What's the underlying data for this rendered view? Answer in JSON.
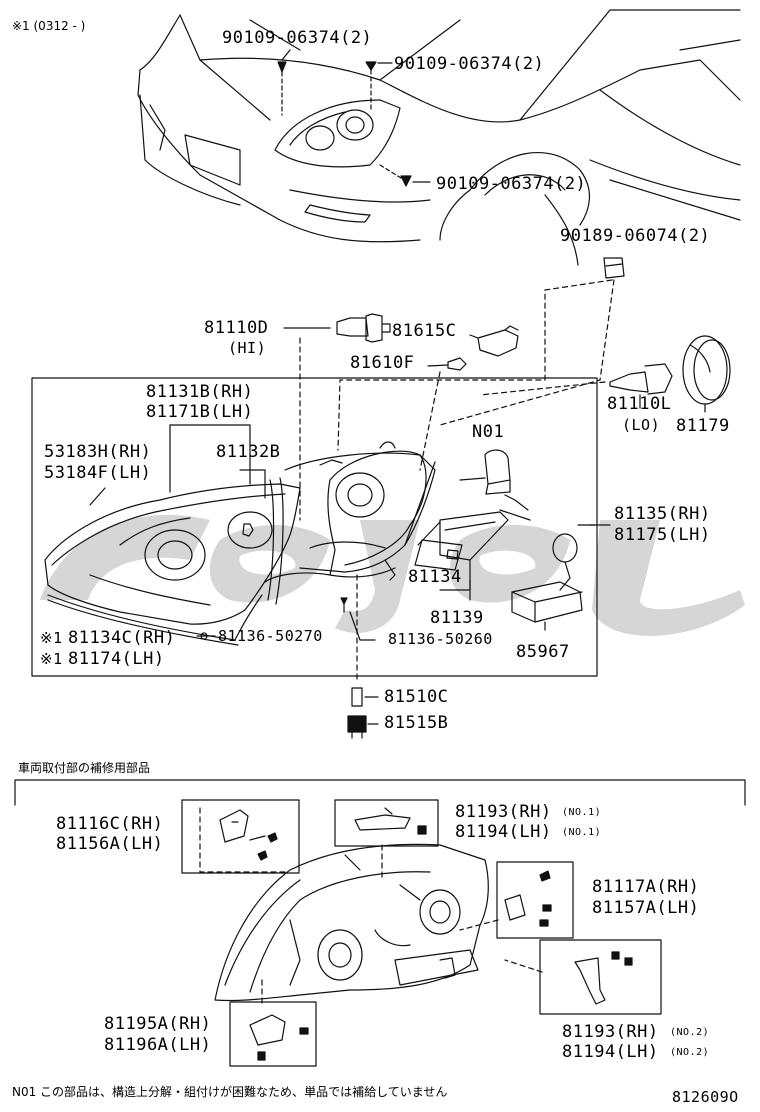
{
  "colors": {
    "line": "#111111",
    "watermark": "#c8c8c8",
    "background": "#ffffff"
  },
  "header": {
    "note_mark": "※1 (0312 -   )"
  },
  "top_labels": {
    "p1": "90109-06374(2)",
    "p2": "90109-06374(2)",
    "p3": "90109-06374(2)",
    "p4": "90189-06074(2)"
  },
  "bulb_labels": {
    "hi_part": "81110D",
    "hi_note": "(HI)",
    "socket": "81615C",
    "small_bulb": "81610F",
    "lo_part": "81110L",
    "lo_note": "(LO)",
    "cap": "81179"
  },
  "assembly_labels": {
    "lens_rh": "81131B(RH)",
    "lens_lh": "81171B(LH)",
    "gasket_rh": "53183H(RH)",
    "gasket_lh": "53184F(LH)",
    "housing": "81132B",
    "note_n01": "N01",
    "unit_rh": "81135(RH)",
    "unit_lh": "81175(LH)",
    "p81134": "81134",
    "p81139": "81139",
    "p85967": "85967",
    "mark1": "※1",
    "mark2": "※1",
    "cover_rh": "81134C(RH)",
    "cover_lh": "81174(LH)",
    "screw_a": "81136-50270",
    "screw_b": "81136-50260",
    "p81510": "81510C",
    "p81515": "81515B"
  },
  "repair": {
    "section_title": "車両取付部の補修用部品",
    "a_rh": "81116C(RH)",
    "a_lh": "81156A(LH)",
    "b_rh": "81193(RH)",
    "b_rh_note": "(NO.1)",
    "b_lh": "81194(LH)",
    "b_lh_note": "(NO.1)",
    "c_rh": "81117A(RH)",
    "c_lh": "81157A(LH)",
    "d_rh": "81195A(RH)",
    "d_lh": "81196A(LH)",
    "e_rh": "81193(RH)",
    "e_rh_note": "(NO.2)",
    "e_lh": "81194(LH)",
    "e_lh_note": "(NO.2)"
  },
  "footer": {
    "note": "N01 この部品は、構造上分解・組付けが困難なため、単品では補給していません",
    "code": "812609O"
  }
}
